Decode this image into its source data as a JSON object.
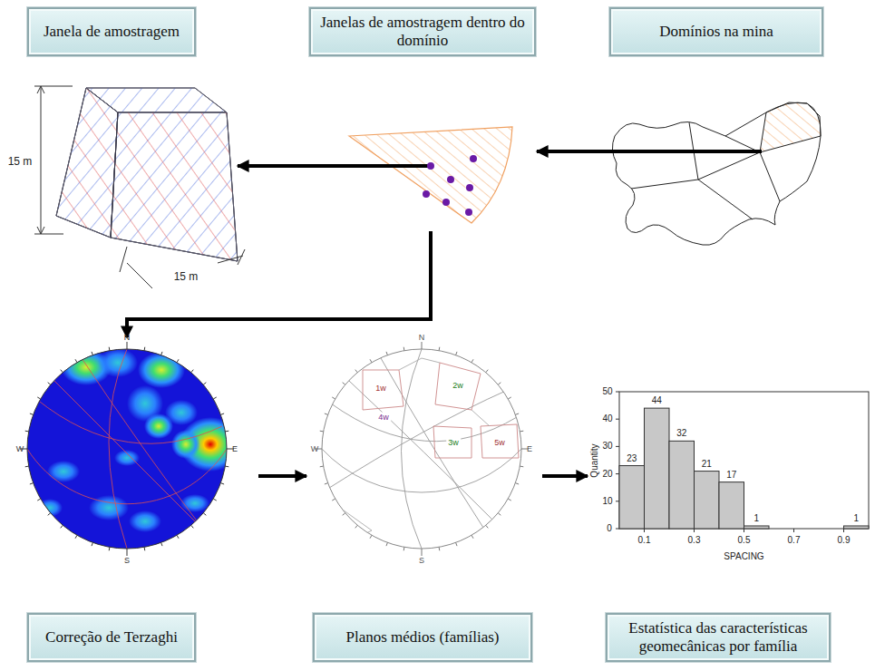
{
  "diagram": {
    "nodes": [
      {
        "text": [
          "Janela de amostragem"
        ]
      },
      {
        "text": [
          "Janelas de amostragem dentro do domínio"
        ]
      },
      {
        "text": [
          "Domínios na mina"
        ]
      },
      {
        "text": [
          "Correção de Terzaghi"
        ]
      },
      {
        "text": [
          "Planos médios (famílias)"
        ]
      },
      {
        "text": [
          "Estatística das características geomecânicas por família"
        ]
      }
    ],
    "edges": [
      {
        "from": 2,
        "to": 1,
        "arrow": "to"
      },
      {
        "from": 1,
        "to": 0,
        "arrow": "to"
      },
      {
        "from": 1,
        "to": 3,
        "arrow": "to"
      },
      {
        "from": 3,
        "to": 4,
        "arrow": "to"
      },
      {
        "from": 4,
        "to": 5,
        "arrow": "to"
      }
    ],
    "labels": [
      "15 m",
      "15 m",
      "N",
      "W",
      "E",
      "S",
      "N",
      "W",
      "E",
      "S",
      "1w",
      "2w",
      "3w",
      "4w",
      "5w",
      "0",
      "10",
      "20",
      "30",
      "40",
      "50",
      "0.1",
      "0.3",
      "0.5",
      "0.7",
      "0.9",
      "Quantity",
      "SPACING",
      "23",
      "44",
      "32",
      "21",
      "17",
      "1",
      "1"
    ]
  }
}
